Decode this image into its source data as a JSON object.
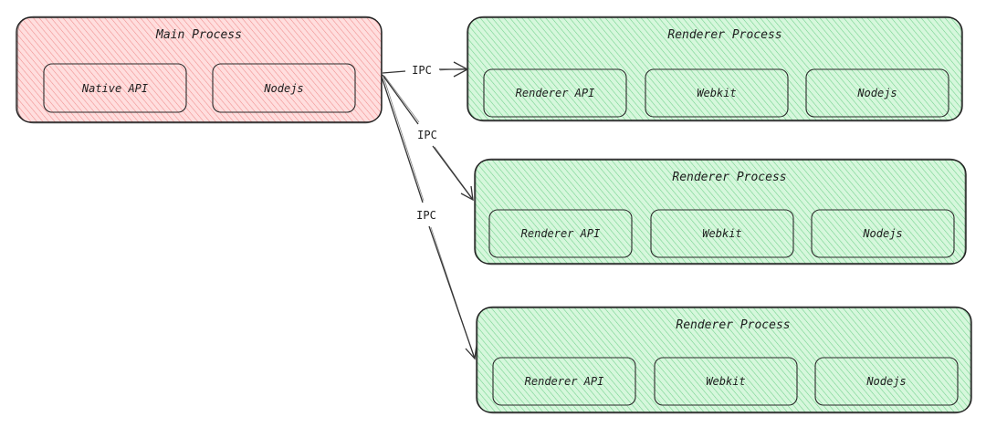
{
  "colors": {
    "main_fill": "#ffc9c9",
    "main_hatch": "#e03131",
    "renderer_fill": "#b2f2bb",
    "renderer_hatch": "#2f9e44",
    "stroke": "#1e1e1e"
  },
  "main_process": {
    "title": "Main Process",
    "modules": [
      "Native API",
      "Nodejs"
    ]
  },
  "connections": [
    {
      "label": "IPC"
    },
    {
      "label": "IPC"
    },
    {
      "label": "IPC"
    }
  ],
  "renderer_processes": [
    {
      "title": "Renderer Process",
      "modules": [
        "Renderer API",
        "Webkit",
        "Nodejs"
      ]
    },
    {
      "title": "Renderer Process",
      "modules": [
        "Renderer API",
        "Webkit",
        "Nodejs"
      ]
    },
    {
      "title": "Renderer Process",
      "modules": [
        "Renderer API",
        "Webkit",
        "Nodejs"
      ]
    }
  ]
}
